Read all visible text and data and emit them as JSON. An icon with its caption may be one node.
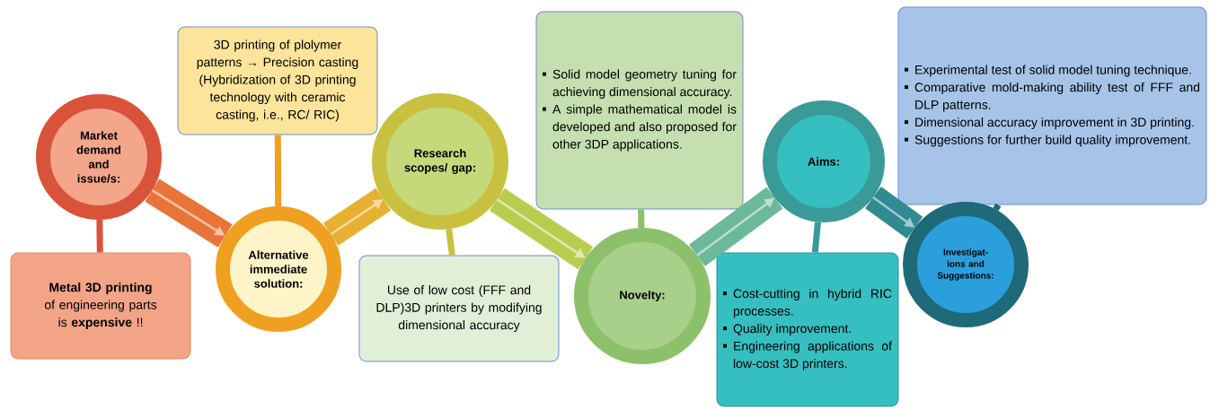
{
  "diagram": {
    "nodes": [
      {
        "text": [
          "Market demand and issue/s:"
        ]
      },
      {
        "text": [
          "**Metal 3D printing** of engineering parts is **expensive** !!"
        ]
      },
      {
        "text": [
          "3D printing of plolymer patterns → Precision casting (Hybridization of 3D printing technology with ceramic casting, i.e., RC/ RIC)"
        ]
      },
      {
        "text": [
          "Alternative immediate solution:"
        ]
      },
      {
        "text": [
          "Research scopes/ gap:"
        ]
      },
      {
        "text": [
          "Use of low cost (FFF and DLP)3D printers by modifying dimensional accuracy"
        ]
      },
      {
        "text": [
          "Solid model geometry tuning for achieving dimensional accuracy.",
          "A simple mathematical model is developed and also proposed for other 3DP applications."
        ]
      },
      {
        "text": [
          "Novelty:"
        ]
      },
      {
        "text": [
          "Cost-cutting in hybrid RIC processes.",
          "Quality improvement.",
          "Engineering applications of low-cost 3D printers."
        ]
      },
      {
        "text": [
          "Aims:"
        ]
      },
      {
        "text": [
          "Experimental test of solid model tuning technique.",
          "Comparative mold-making ability test of FFF and DLP patterns.",
          "Dimensional accuracy improvement in 3D printing.",
          "Suggestions for further build quality improvement."
        ]
      },
      {
        "text": [
          "Investigat- ions and Suggestions:"
        ]
      }
    ],
    "edges": [
      {
        "from": 0,
        "to": 3,
        "arrow": "to",
        "style": "thick",
        "color": "#e8743a"
      },
      {
        "from": 3,
        "to": 4,
        "arrow": "to",
        "style": "thick",
        "color": "#e8b030"
      },
      {
        "from": 4,
        "to": 7,
        "arrow": "to",
        "style": "thick",
        "color": "#b8cc50"
      },
      {
        "from": 7,
        "to": 9,
        "arrow": "to",
        "style": "thick",
        "color": "#6cb89a"
      },
      {
        "from": 9,
        "to": 11,
        "arrow": "to",
        "style": "thick",
        "color": "#2f8a92"
      },
      {
        "from": 0,
        "to": 1,
        "arrow": "none",
        "color": "#d9533a"
      },
      {
        "from": 2,
        "to": 3,
        "arrow": "none",
        "color": "#f0a020"
      },
      {
        "from": 4,
        "to": 5,
        "arrow": "none",
        "color": "#c9c040"
      },
      {
        "from": 6,
        "to": 7,
        "arrow": "none",
        "color": "#8cc06a"
      },
      {
        "from": 9,
        "to": 8,
        "arrow": "none",
        "color": "#3a9a98"
      },
      {
        "from": 10,
        "to": 11,
        "arrow": "none",
        "color": "#1f6a78"
      }
    ]
  }
}
